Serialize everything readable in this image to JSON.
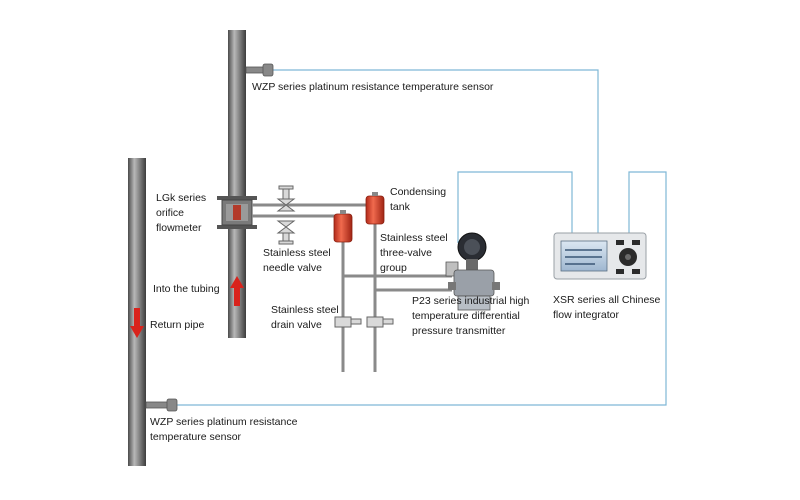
{
  "labels": {
    "sensor_top": [
      "WZP series platinum resistance temperature sensor"
    ],
    "orifice": [
      "LGk series",
      "orifice",
      "flowmeter"
    ],
    "condensing": [
      "Condensing",
      "tank"
    ],
    "needle_valve": [
      "Stainless steel",
      "needle valve"
    ],
    "three_valve": [
      "Stainless steel",
      "three-valve",
      "group"
    ],
    "into_tubing": [
      "Into the tubing"
    ],
    "return_pipe": [
      "Return pipe"
    ],
    "drain_valve": [
      "Stainless steel",
      "drain valve"
    ],
    "transmitter": [
      "P23 series industrial high",
      "temperature differential",
      "pressure transmitter"
    ],
    "integrator": [
      "XSR series all Chinese",
      "flow integrator"
    ],
    "sensor_bottom": [
      "WZP series platinum resistance",
      "temperature sensor"
    ]
  },
  "colors": {
    "signal_wire": "#7fb8d6",
    "flow_arrow": "#d9231c",
    "condensing_tank": "#e2462e",
    "pipe": "#6e6e6e"
  }
}
